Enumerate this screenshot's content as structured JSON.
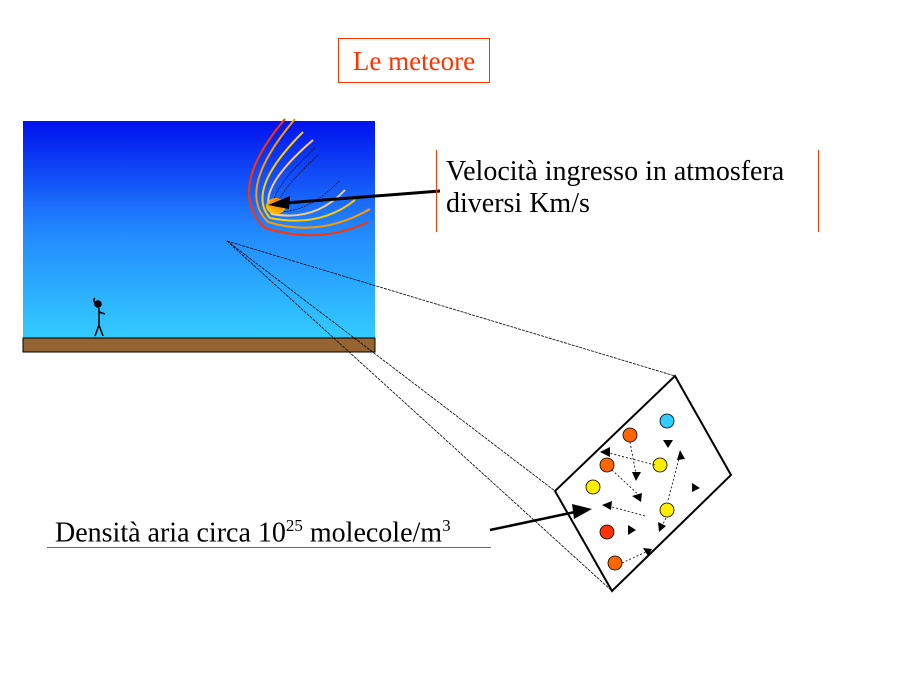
{
  "title": "Le meteore",
  "velocity_label": {
    "line1": "Velocità ingresso in atmosfera",
    "line2": "diversi Km/s"
  },
  "density_label": {
    "prefix": "Densità aria circa 10",
    "exp1": "25",
    "mid": " molecole/m",
    "exp2": "3"
  },
  "colors": {
    "accent": "#ff3300",
    "ground": "#956433",
    "sky_top": "#0011ee",
    "sky_bottom": "#33ccff"
  }
}
